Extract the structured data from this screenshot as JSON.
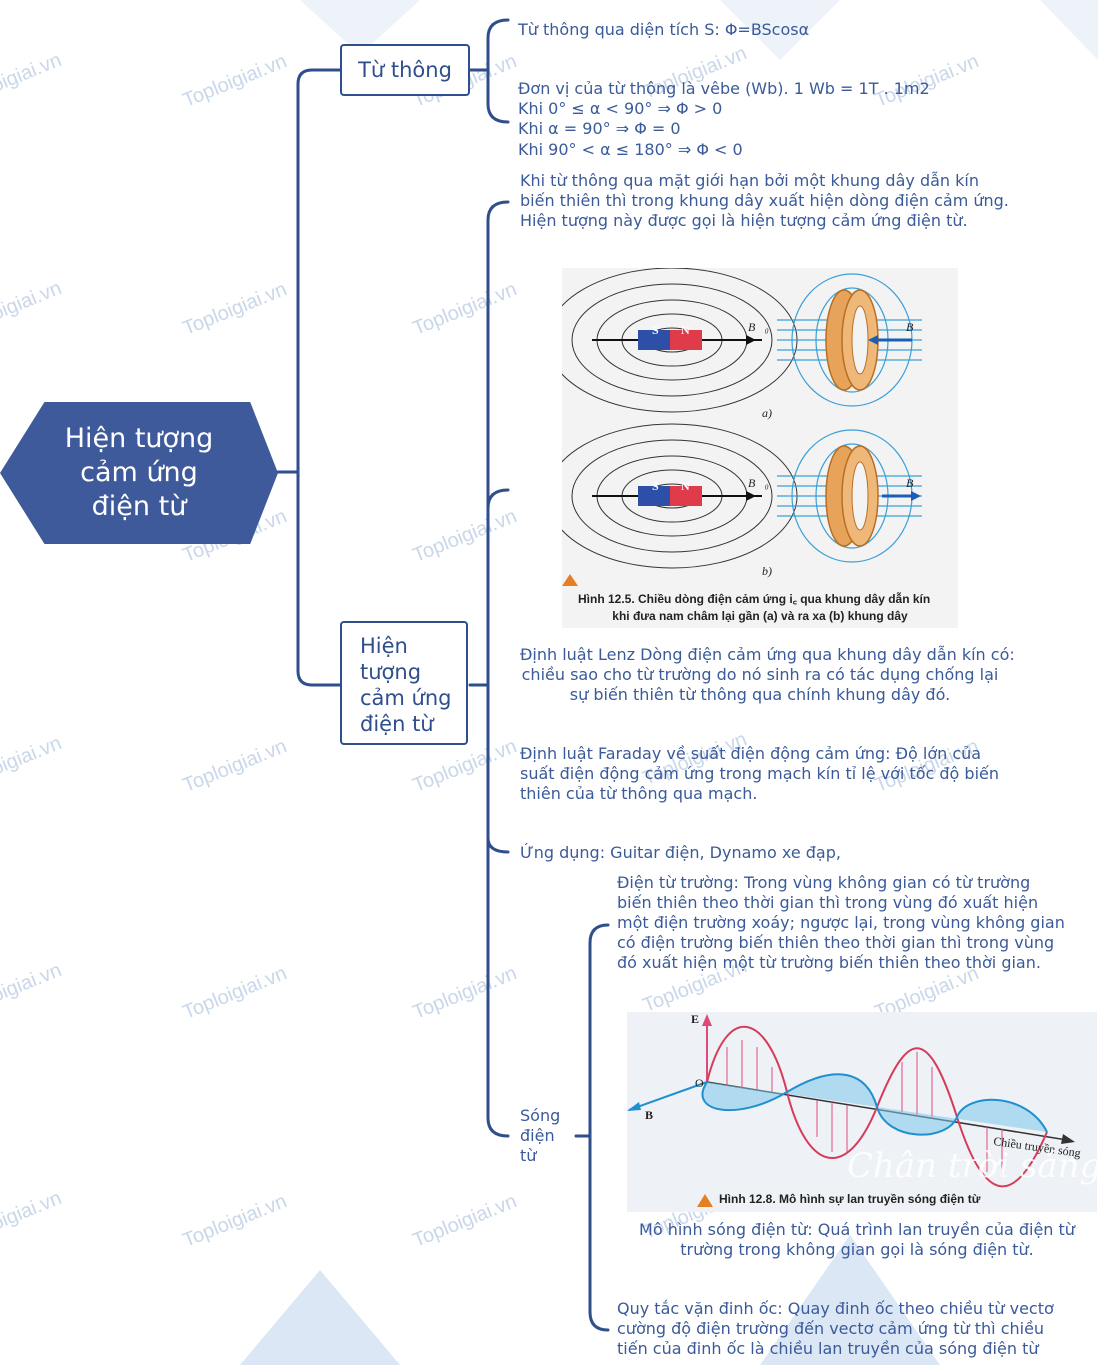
{
  "watermark": "Toploigiai.vn",
  "watermark_partial": "oigiai.vn",
  "colors": {
    "node_fill": "#3f5a9a",
    "line": "#2f4e8c",
    "text": "#3a5a9a",
    "red": "#e03b4b",
    "blue": "#2e6fc6"
  },
  "root": {
    "label_lines": [
      "Hiện tượng",
      "cảm ứng",
      "điện từ"
    ]
  },
  "branch1": {
    "label": "Từ thông",
    "items": [
      "Từ thông qua diện tích S: Φ=BScosα",
      "Đơn vị của từ thông là vêbe (Wb). 1 Wb = 1T . 1m2",
      "Khi 0° ≤ α < 90° ⇒ Φ > 0",
      "Khi α = 90° ⇒ Φ = 0",
      "Khi 90° < α ≤ 180° ⇒ Φ < 0"
    ]
  },
  "branch2": {
    "label_lines": [
      "Hiện",
      "tượng",
      "cảm ứng",
      "điện từ"
    ],
    "definition_lines": [
      "Khi từ thông qua mặt giới hạn bởi một khung dây dẫn kín",
      "biến thiên thì trong khung dây xuất hiện dòng điện cảm ứng.",
      "Hiện tượng này được gọi là hiện tượng cảm ứng điện từ."
    ],
    "figure1": {
      "label_a": "a)",
      "label_b": "b)",
      "magnet_s": "S",
      "magnet_n": "N",
      "caption_line1": "Hình 12.5. Chiều dòng điện cảm ứng i꜀ qua khung dây dẫn kín",
      "caption_line2": "khi đưa nam châm lại gần (a) và ra xa (b) khung dây",
      "vec_b0": "B⃗₀",
      "vec_bc": "B⃗꜀"
    },
    "lenz_lines": [
      "Định luật Lenz Dòng điện cảm ứng qua khung dây dẫn kín có:",
      "chiều sao cho từ trường do nó sinh ra có tác dụng chống lại",
      "sự biến thiên từ thông qua chính khung dây đó."
    ],
    "faraday_lines": [
      "Định luật Faraday về suất điện động cảm ứng: Độ lớn của",
      "suất điện động cảm ứng trong mạch kín tỉ lệ với tốc độ biến",
      "thiên của từ thông qua mạch."
    ],
    "application": "Ứng dụng: Guitar điện, Dynamo xe đạp,",
    "em_wave": {
      "label_lines": [
        "Sóng",
        "điện",
        "từ"
      ],
      "field_lines": [
        "Điện từ trường: Trong vùng không gian có từ trường",
        "biến thiên theo thời gian thì trong vùng đó xuất hiện",
        "một điện trường xoáy; ngược lại, trong vùng không gian",
        "có điện trường biến thiên theo thời gian thì trong vùng",
        "đó xuất hiện một từ trường biến thiên theo thời gian."
      ],
      "figure2": {
        "axis_e": "E⃗",
        "axis_b": "B⃗",
        "origin": "O",
        "direction": "Chiều truyền sóng",
        "caption": "Hình 12.8. Mô hình sự lan truyền sóng điện từ",
        "brand": "Chân trời sáng"
      },
      "model_lines": [
        "Mô hình sóng điện từ: Quá trình lan truyền của điện từ",
        "trường trong không gian gọi là sóng điện từ."
      ],
      "rule_lines": [
        "Quy tắc vặn đinh ốc: Quay đinh ốc theo chiều từ vectơ",
        "cường độ điện trường đến vectơ cảm ứng từ thì chiều",
        "tiến của đinh ốc là chiều lan truyền của sóng điện từ"
      ]
    }
  }
}
